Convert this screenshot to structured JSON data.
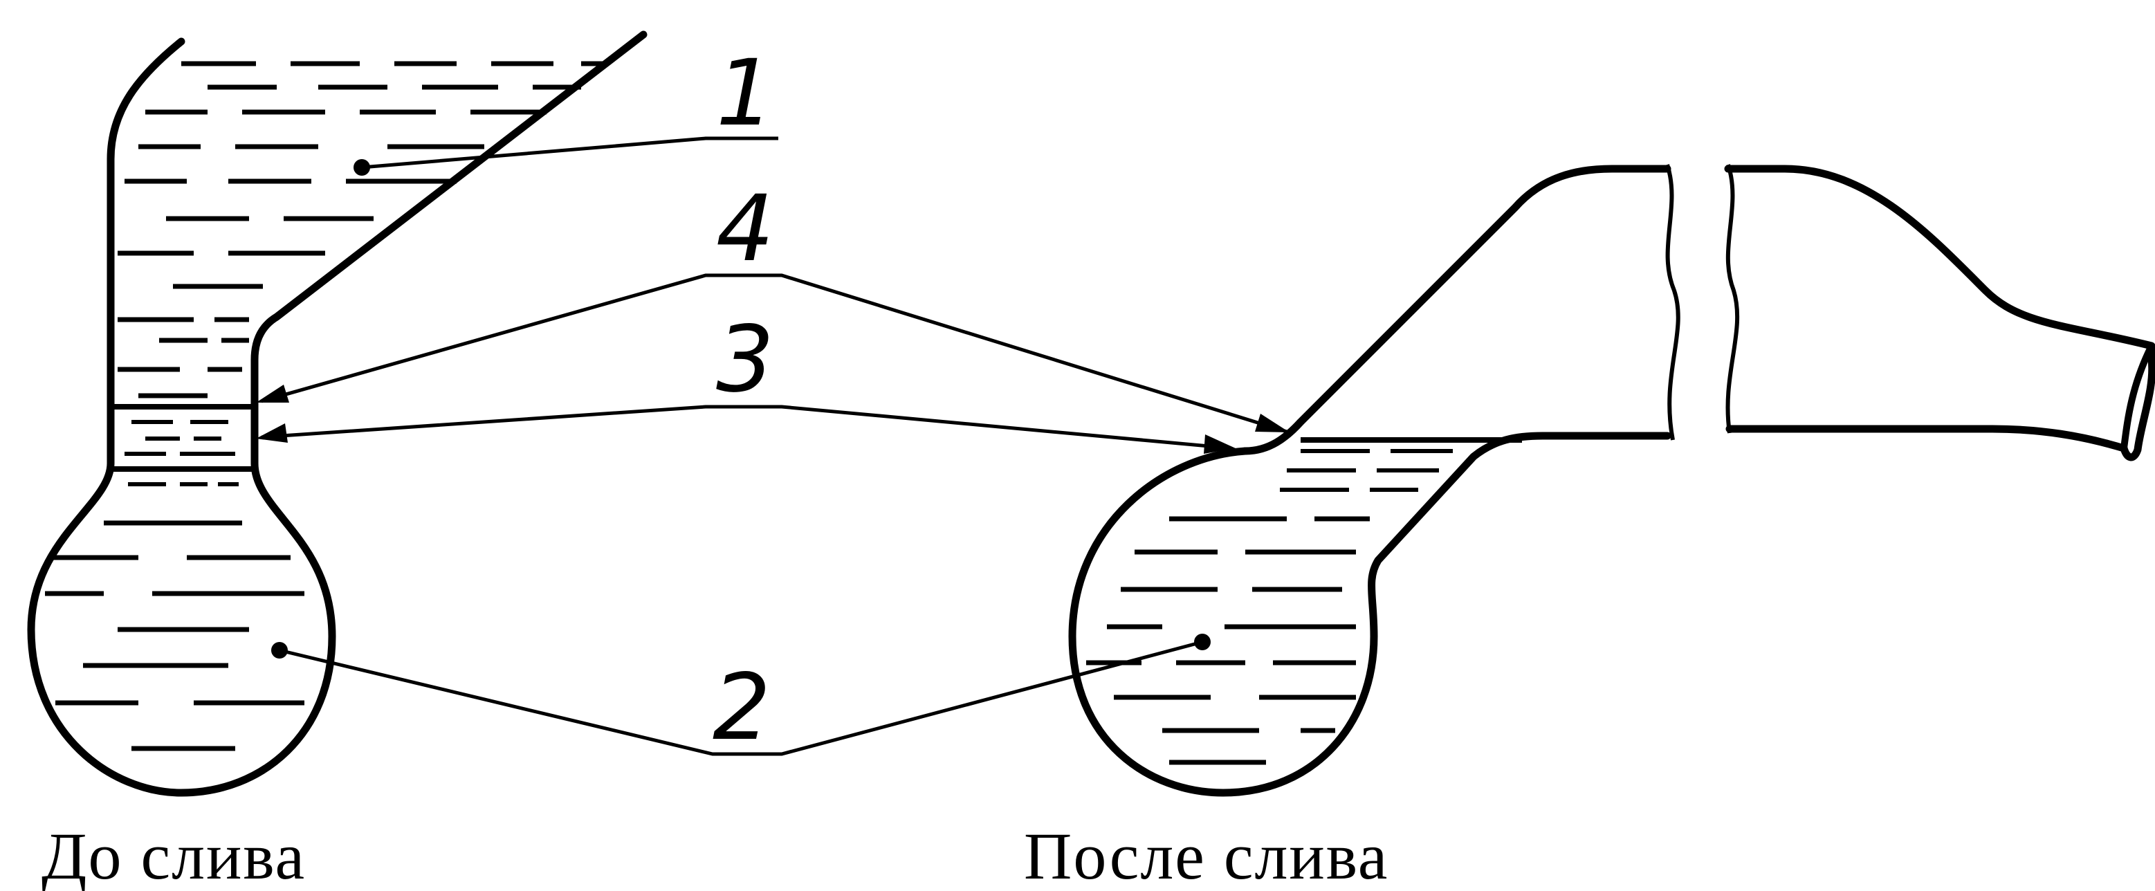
{
  "colors": {
    "ink": "#000000",
    "background": "#ffffff"
  },
  "callouts": {
    "label_1": "1",
    "label_2": "2",
    "label_3": "3",
    "label_4": "4"
  },
  "captions": {
    "before": "До слива",
    "after": "После слива"
  }
}
